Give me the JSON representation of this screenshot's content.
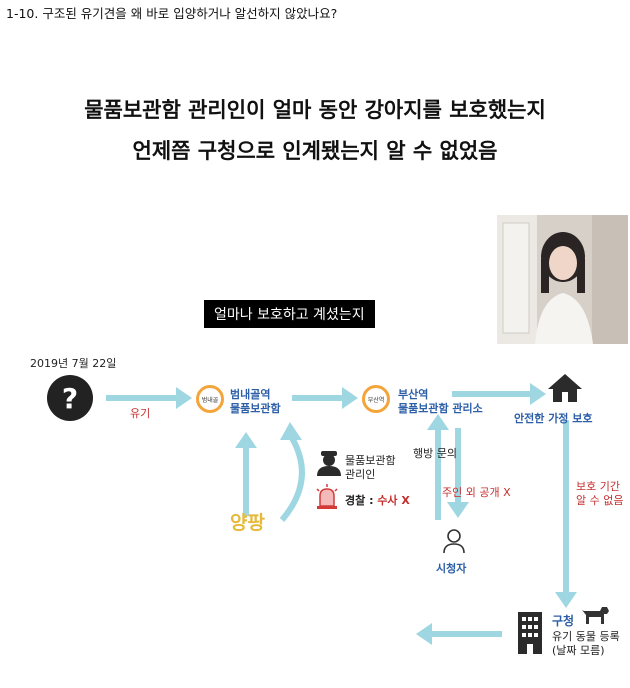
{
  "header": {
    "title": "1-10. 구조된 유기견을 왜 바로 입양하거나 알선하지 않았나요?"
  },
  "headline": {
    "line1": "물품보관함 관리인이 얼마 동안 강아지를 보호했는지",
    "line2": "언제쯤 구청으로 인계됐는지 알 수 없었음"
  },
  "caption": "얼마나 보호하고 계셨는지",
  "diagram": {
    "date": "2019년 7월 22일",
    "abandon_label": "유기",
    "station1": {
      "chip": "범내골",
      "name_line1": "범내골역",
      "name_line2": "물품보관함"
    },
    "station2": {
      "chip": "부산역",
      "name_line1": "부산역",
      "name_line2": "물품보관함 관리소"
    },
    "safe_home": "안전한 가정 보호",
    "manager_line1": "물품보관함",
    "manager_line2": "관리인",
    "police_prefix": "경찰 : ",
    "police_value": "수사 X",
    "yangpang": "양팡",
    "inquiry": "행방 문의",
    "owner_info": "주인 외 공개 X",
    "viewer": "시청자",
    "protect_period_line1": "보호 기간",
    "protect_period_line2": "알 수 없음",
    "district_office": "구청",
    "registration_line1": "유기 동물 등록",
    "registration_line2": "(날짜 모름)"
  },
  "colors": {
    "arrow": "#9ed7e2",
    "station_ring": "#f3a43a",
    "label_blue": "#2d5fa8",
    "label_red": "#c62f2f",
    "yangpang": "#e6b93a"
  },
  "icons": [
    "question-circle-icon",
    "house-icon",
    "manager-person-icon",
    "siren-icon",
    "viewer-person-icon",
    "building-icon",
    "dog-icon"
  ]
}
